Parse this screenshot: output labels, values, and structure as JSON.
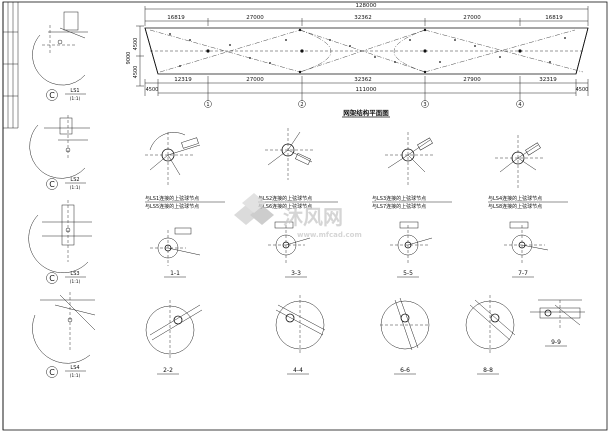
{
  "plan": {
    "top_dims": [
      "128000",
      "16819",
      "27000",
      "32362",
      "27000",
      "16819"
    ],
    "left_dims": [
      "4500",
      "4500",
      "9000"
    ],
    "bottom_dims": [
      "12319",
      "27000",
      "32362",
      "27900",
      "32319",
      "4500",
      "111000",
      "4500"
    ],
    "axis_labels": [
      "1",
      "2",
      "3",
      "4"
    ],
    "title": "网架结构平面图"
  },
  "left_details": [
    {
      "letter": "C",
      "code": "LS1",
      "scale": "(1:1)"
    },
    {
      "letter": "C",
      "code": "LS2",
      "scale": "(1:1)"
    },
    {
      "letter": "C",
      "code": "LS3",
      "scale": "(1:1)"
    },
    {
      "letter": "C",
      "code": "LS4",
      "scale": "(1:1)"
    }
  ],
  "node_captions": [
    [
      "与LS1连接的上弦球节点",
      "与LS5连接的上弦球节点"
    ],
    [
      "与LS2连接的上弦球节点",
      "与LS6连接的上弦球节点"
    ],
    [
      "与LS3连接的上弦球节点",
      "与LS7连接的上弦球节点"
    ],
    [
      "与LS4连接的上弦球节点",
      "与LS8连接的上弦球节点"
    ]
  ],
  "sections_row1": [
    "1-1",
    "3-3",
    "5-5",
    "7-7"
  ],
  "sections_row2": [
    "2-2",
    "4-4",
    "6-6",
    "8-8",
    "9-9"
  ],
  "watermark": {
    "main": "沐风网",
    "sub": "www.mfcad.com"
  }
}
